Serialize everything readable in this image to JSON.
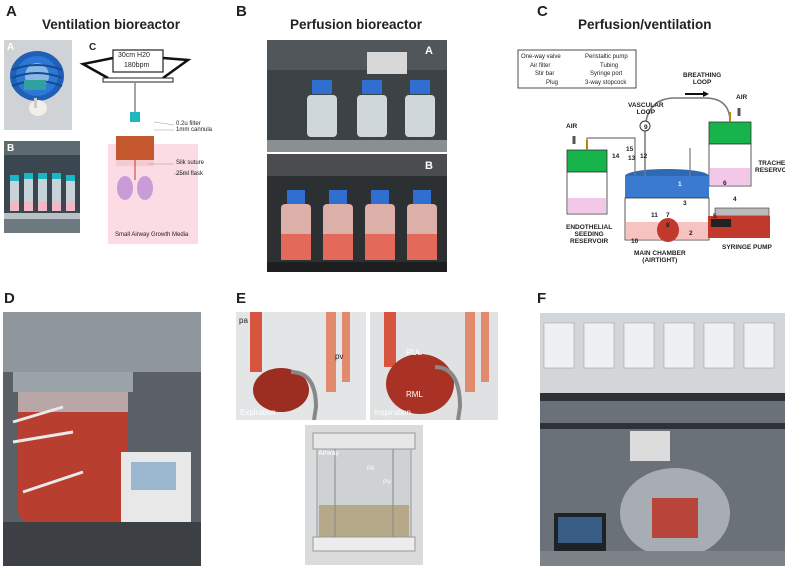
{
  "panels": {
    "A": {
      "letter": "A",
      "title": "Ventilation bioreactor",
      "sub": {
        "a": "A",
        "b": "B",
        "c": "C"
      },
      "diagram": {
        "pressure": "30cm H20",
        "rate": "180bpm",
        "filter": "0.2u filter",
        "cannula": "1mm cannula",
        "suture": "Silk suture",
        "flask": "25ml flask",
        "media": "Small Airway Growth Media"
      }
    },
    "B": {
      "letter": "B",
      "title": "Perfusion bioreactor",
      "sub": {
        "a": "A",
        "b": "B"
      }
    },
    "C": {
      "letter": "C",
      "title": "Perfusion/ventilation",
      "legend": {
        "one_way_valve": "One-way valve",
        "air_filter": "Air filter",
        "stir_bar": "Stir bar",
        "plug": "Plug",
        "peristaltic_pump": "Peristaltic pump",
        "tubing": "Tubing",
        "syringe_port": "Syringe port",
        "stopcock": "3-way stopcock"
      },
      "labels": {
        "breathing_loop": "BREATHING\nLOOP",
        "vascular_loop": "VASCULAR\nLOOP",
        "air1": "AIR",
        "air2": "AIR",
        "trachea": "TRACHEA\nRESERVOIR",
        "endothelial": "ENDOTHELIAL\nSEEDING\nRESERVOIR",
        "main_chamber": "MAIN CHAMBER\n(AIRTIGHT)",
        "syringe_pump": "SYRINGE PUMP",
        "nums": [
          "1",
          "2",
          "3",
          "4",
          "5",
          "6",
          "7",
          "8",
          "9",
          "10",
          "11",
          "12",
          "13",
          "14",
          "15"
        ]
      }
    },
    "D": {
      "letter": "D"
    },
    "E": {
      "letter": "E",
      "labels": {
        "pa": "pa",
        "pv": "pv",
        "expiration": "Expiration",
        "rul": "RUL",
        "rml": "RML",
        "inspiration": "Inspiration",
        "airway": "Airway",
        "pa2": "PA",
        "pv2": "PV"
      }
    },
    "F": {
      "letter": "F"
    }
  }
}
